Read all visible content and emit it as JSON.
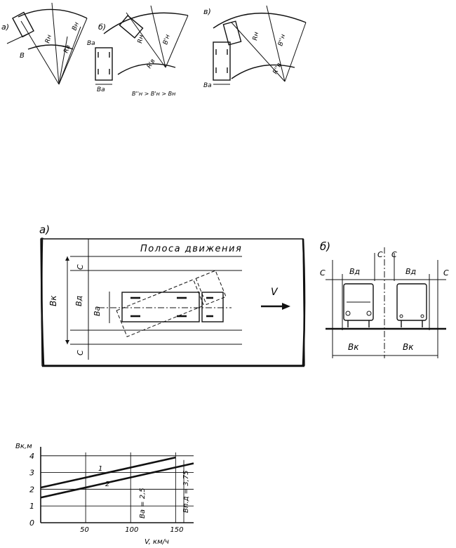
{
  "turning": {
    "labels": {
      "a": "а)",
      "b": "б)",
      "v": "в)",
      "a_B": "B",
      "a_Rn": "Rн",
      "a_Rb": "Rв",
      "a_Bn": "Bн",
      "b_Ba": "Bа",
      "b_Rn": "Rн",
      "b_Bn": "B'н",
      "b_R2": "R'в",
      "b_Bbot": "Bа",
      "b_formula": "B''н > B'н > Bн",
      "v_Rn": "Rн",
      "v_Bn": "B''н",
      "v_R": "R''в",
      "v_Bbot": "Bа"
    }
  },
  "lane": {
    "label_a": "а)",
    "label_b": "б)",
    "title": "Полоса движения",
    "V": "V",
    "C_top": "C",
    "C_bottom": "C",
    "Bk": "Bк",
    "Bd": "Bд",
    "Ba": "Bа",
    "cross": {
      "C_left": "C",
      "C_mid1": "C",
      "C_mid2": "C",
      "C_right": "C",
      "Bd_left": "Bд",
      "Bd_right": "Bд",
      "Bk_left": "Bк",
      "Bk_right": "Bк"
    }
  },
  "chart_data": {
    "type": "line",
    "ylabel": "Bк,м",
    "xlabel": "V, км/ч",
    "x_ticks": [
      "50",
      "100",
      "150"
    ],
    "y_ticks": [
      "0",
      "1",
      "2",
      "3",
      "4"
    ],
    "xlim": [
      0,
      170
    ],
    "ylim": [
      0,
      4.2
    ],
    "series": [
      {
        "name": "1",
        "x": [
          0,
          150
        ],
        "values": [
          2.1,
          3.9
        ]
      },
      {
        "name": "2",
        "x": [
          0,
          170
        ],
        "values": [
          1.5,
          3.55
        ]
      }
    ],
    "annotations": {
      "ba": "Bа = 2,5",
      "bpd": "Bп.д = 3,75"
    },
    "grid": true
  }
}
